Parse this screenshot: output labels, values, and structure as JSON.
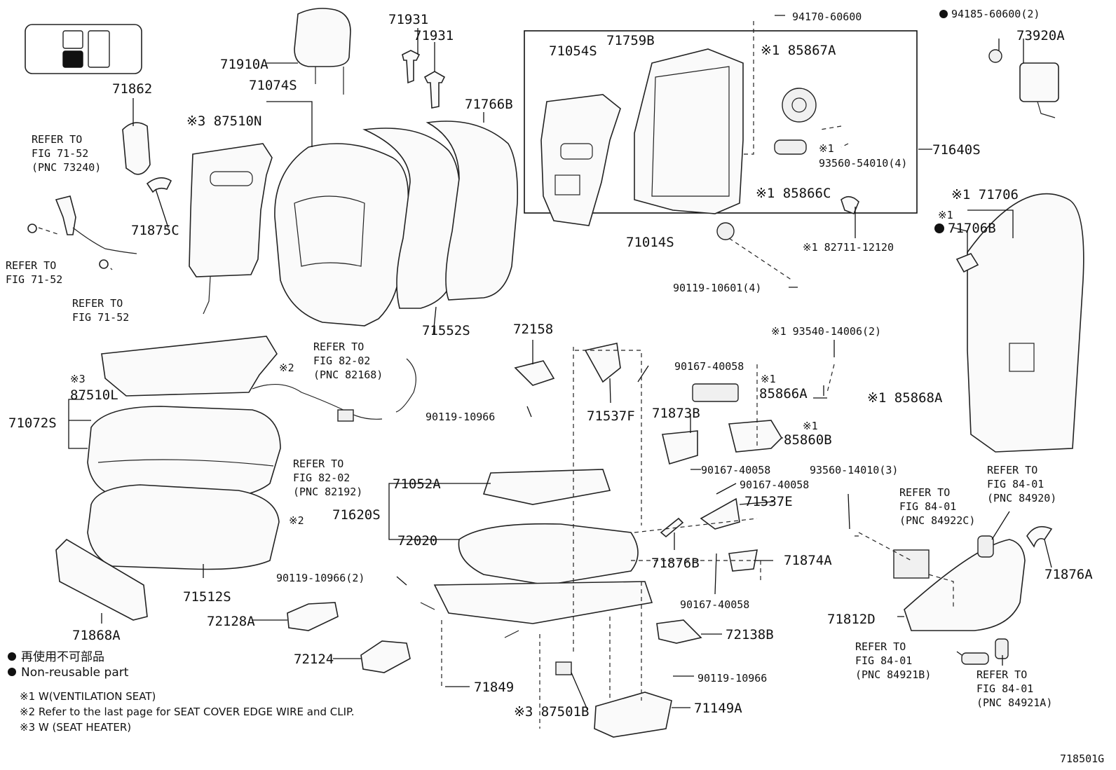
{
  "diagram_id": "718501G",
  "legend": {
    "bullet_jp": "再使用不可部品",
    "bullet_en": "Non-reusable part",
    "note1": "※1 W(VENTILATION SEAT)",
    "note2": "※2 Refer to the last page for SEAT COVER EDGE WIRE and CLIP.",
    "note3": "※3 W (SEAT HEATER)"
  },
  "labels": {
    "p71931a": "71931",
    "p71931b": "71931",
    "p71910A": "71910A",
    "p71074S": "71074S",
    "p71862": "71862",
    "p87510N": "※3 87510N",
    "p71766B": "71766B",
    "p71875C": "71875C",
    "p71552S": "71552S",
    "p71054S": "71054S",
    "p71759B": "71759B",
    "p94170": "94170-60600",
    "p85867A": "※1 85867A",
    "p93560_54010": "93560-54010(4)",
    "p93560_54010_mark": "※1",
    "p71640S": "71640S",
    "p85866C": "※1 85866C",
    "p71014S": "71014S",
    "p82711": "※1 82711-12120",
    "p90119_10601": "90119-10601(4)",
    "p94185": "94185-60600(2)",
    "p73920A": "73920A",
    "p71706": "※1 71706",
    "p71706B_mark": "※1",
    "p71706B": "71706B",
    "p87510L": "87510L",
    "p87510L_mark": "※3",
    "p71072S": "71072S",
    "p2a": "※2",
    "p72158": "72158",
    "p93540": "※1 93540-14006(2)",
    "p90167_a": "90167-40058",
    "p85866A_mark": "※1",
    "p85866A": "85866A",
    "p85868A": "※1 85868A",
    "p90119_10966a": "90119-10966",
    "p71537F": "71537F",
    "p71873B": "71873B",
    "p85860B_mark": "※1",
    "p85860B": "85860B",
    "p90167_b": "90167-40058",
    "p93560_14010": "93560-14010(3)",
    "p90167_c": "90167-40058",
    "p71052A": "71052A",
    "p71537E": "71537E",
    "p71620S": "71620S",
    "p72020": "72020",
    "p2b": "※2",
    "p90119_10966b": "90119-10966(2)",
    "p71876B": "71876B",
    "p71874A": "71874A",
    "p90167_d": "90167-40058",
    "p71512S": "71512S",
    "p71812D": "71812D",
    "p71876A": "71876A",
    "p71868A": "71868A",
    "p72128A": "72128A",
    "p72138B": "72138B",
    "p72124": "72124",
    "p90119_10966c": "90119-10966",
    "p71849": "71849",
    "p87501B": "※3 87501B",
    "p71149A": "71149A"
  },
  "refs": {
    "r1": [
      "REFER TO",
      "FIG 71-52",
      "(PNC 73240)"
    ],
    "r2": [
      "REFER TO",
      "FIG 71-52"
    ],
    "r3": [
      "REFER TO",
      "FIG 71-52"
    ],
    "r4": [
      "REFER TO",
      "FIG 82-02",
      "(PNC 82168)"
    ],
    "r5": [
      "REFER TO",
      "FIG 82-02",
      "(PNC 82192)"
    ],
    "r6": [
      "REFER TO",
      "FIG 84-01",
      "(PNC 84920)"
    ],
    "r7": [
      "REFER TO",
      "FIG 84-01",
      "(PNC 84922C)"
    ],
    "r8": [
      "REFER TO",
      "FIG 84-01",
      "(PNC 84921B)"
    ],
    "r9": [
      "REFER TO",
      "FIG 84-01",
      "(PNC 84921A)"
    ]
  },
  "colors": {
    "ink": "#111111",
    "paper": "#ffffff",
    "fill": "#fafafa"
  }
}
